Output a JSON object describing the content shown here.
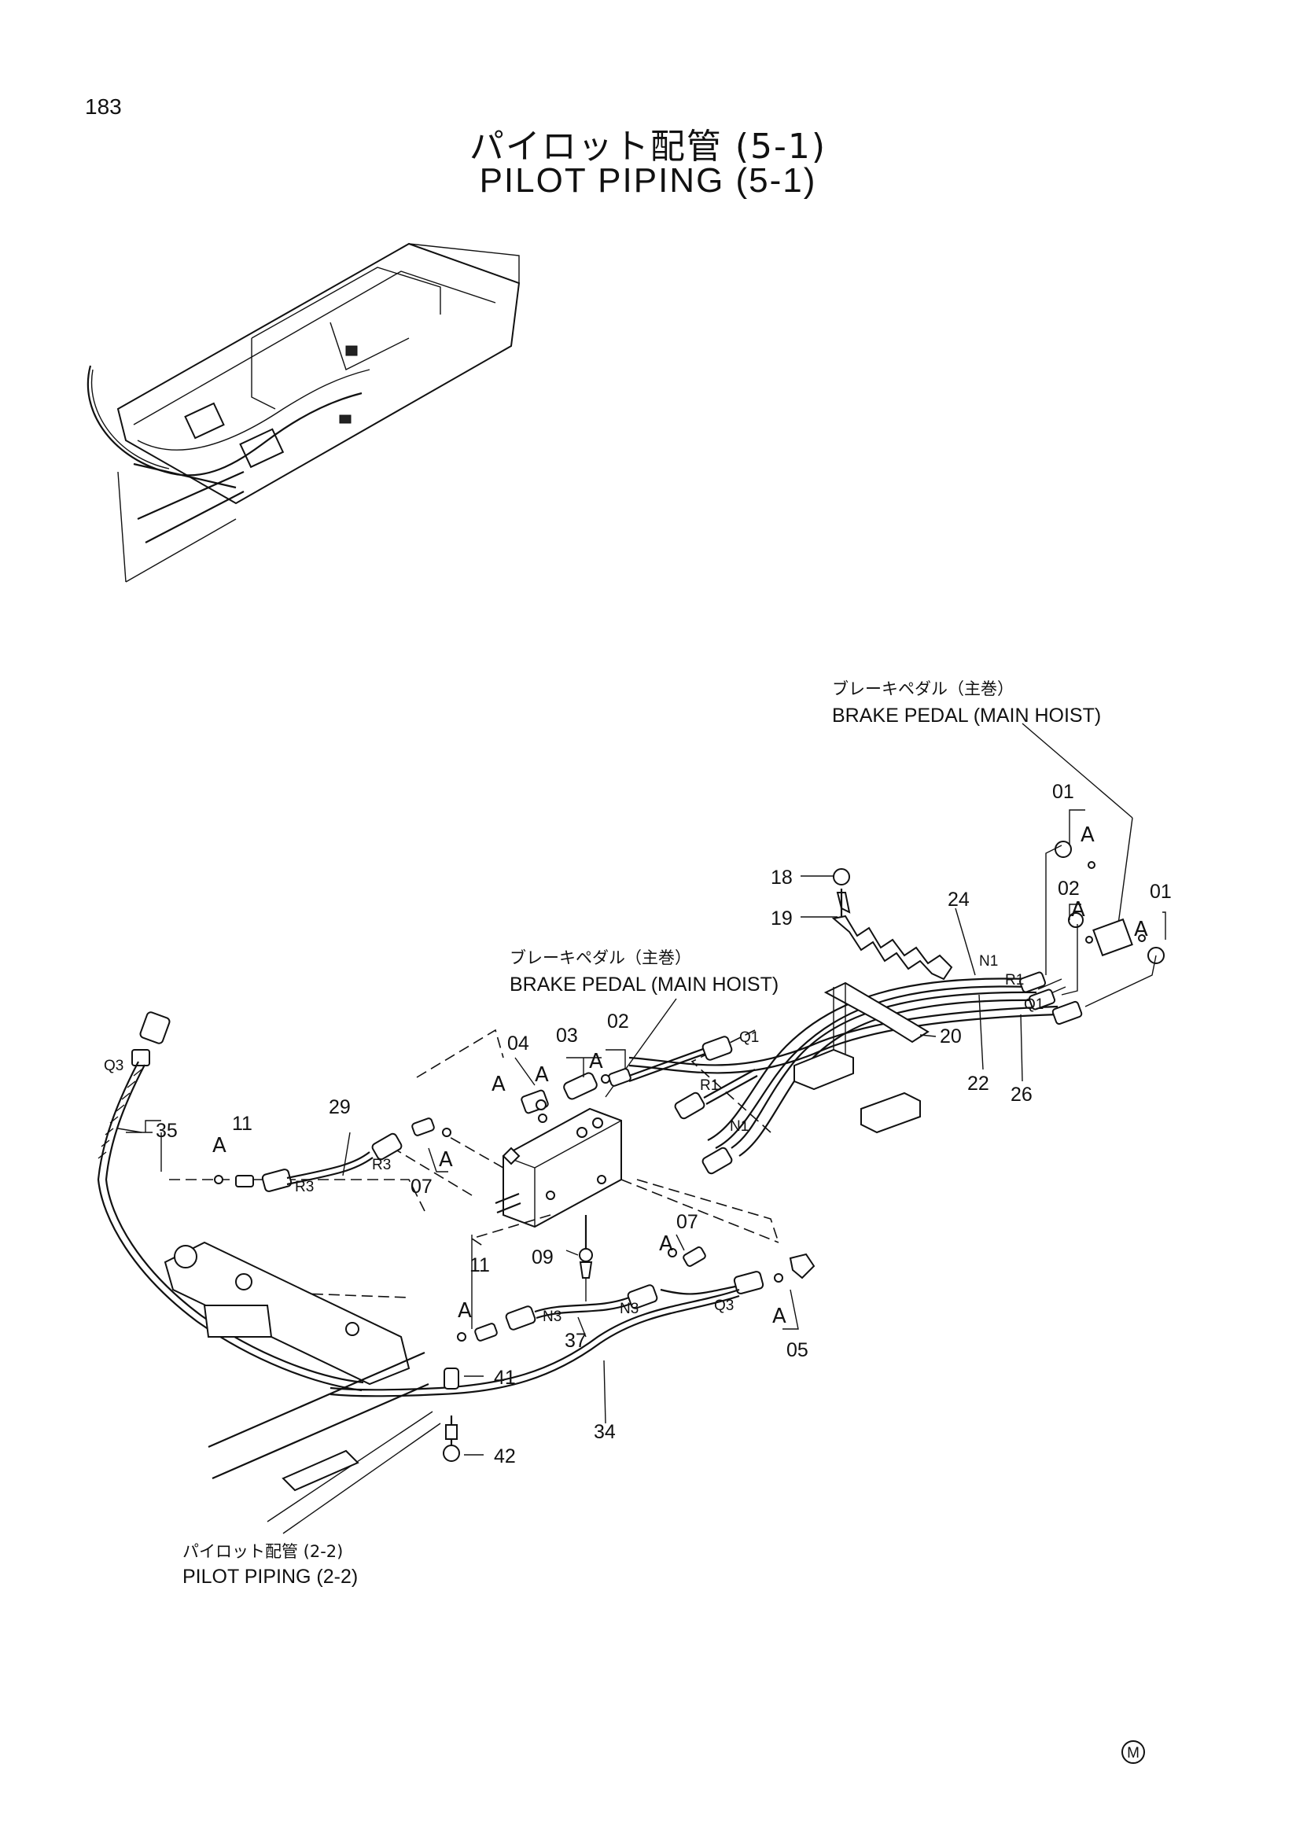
{
  "page_number": "183",
  "title_jp": "パイロット配管 (5-1)",
  "title_en": "PILOT PIPING (5-1)",
  "references": {
    "brake_pedal_top_jp": "ブレーキペダル（主巻）",
    "brake_pedal_top_en": "BRAKE PEDAL (MAIN HOIST)",
    "brake_pedal_mid_jp": "ブレーキペダル（主巻）",
    "brake_pedal_mid_en": "BRAKE PEDAL (MAIN HOIST)",
    "pilot_piping_jp": "パイロット配管 (2-2)",
    "pilot_piping_en": "PILOT PIPING (2-2)"
  },
  "callouts": {
    "c01a": "01",
    "c01b": "01",
    "c02a": "02",
    "c02b": "02",
    "c03": "03",
    "c04": "04",
    "c05": "05",
    "c07a": "07",
    "c07b": "07",
    "c09": "09",
    "c11a": "11",
    "c11b": "11",
    "c18": "18",
    "c19": "19",
    "c20": "20",
    "c22": "22",
    "c24": "24",
    "c26": "26",
    "c29": "29",
    "c34": "34",
    "c35": "35",
    "c37": "37",
    "c41": "41",
    "c42": "42"
  },
  "port_labels": {
    "n1a": "N1",
    "r1a": "R1",
    "q1a": "Q1",
    "q1b": "Q1",
    "r1b": "R1",
    "n1b": "N1",
    "r3a": "R3",
    "r3b": "R3",
    "q3a": "Q3",
    "q3b": "Q3",
    "n3a": "N3",
    "n3b": "N3"
  },
  "detail_marks": {
    "a1": "A",
    "a2": "A",
    "a3": "A",
    "a4": "A",
    "a5": "A",
    "a6": "A",
    "a7": "A",
    "a8": "A",
    "a9": "A",
    "a10": "A",
    "a11": "A"
  },
  "manual_mark": "M"
}
